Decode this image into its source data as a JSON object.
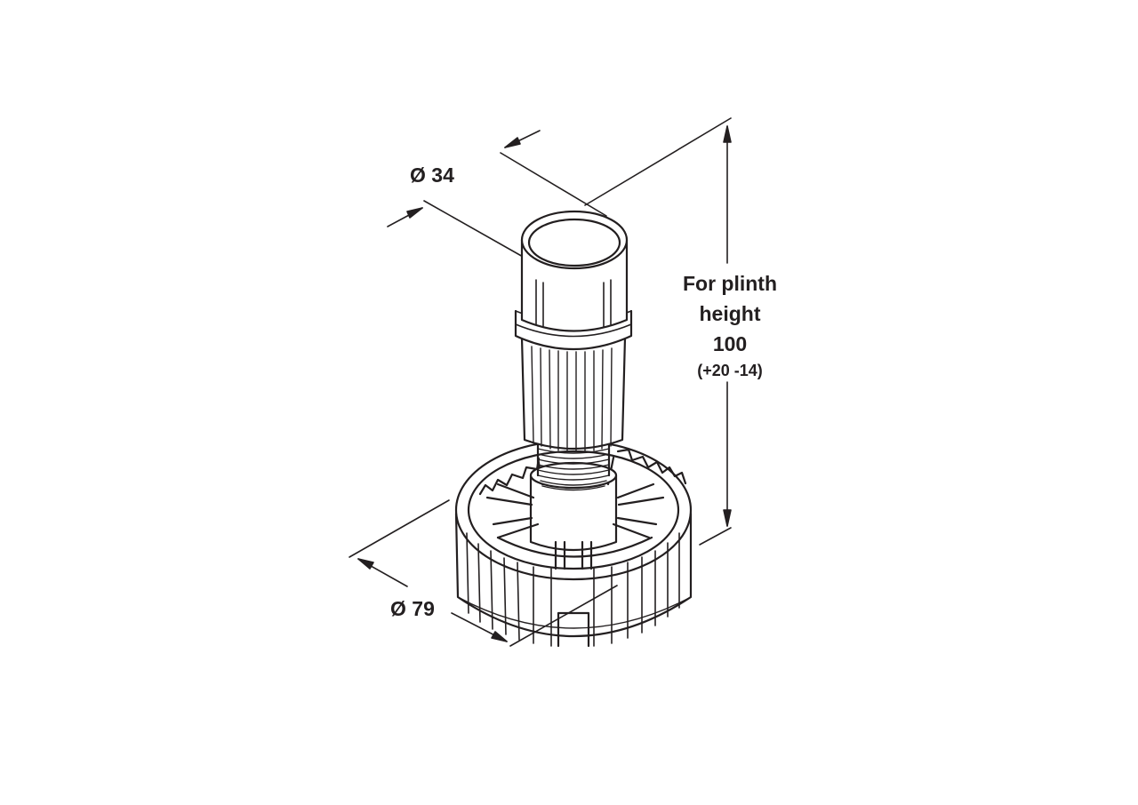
{
  "labels": {
    "diameter_top": "Ø 34",
    "diameter_base": "Ø 79",
    "height_line1": "For plinth",
    "height_line2": "height",
    "height_value": "100",
    "height_tolerance": "(+20 -14)"
  }
}
